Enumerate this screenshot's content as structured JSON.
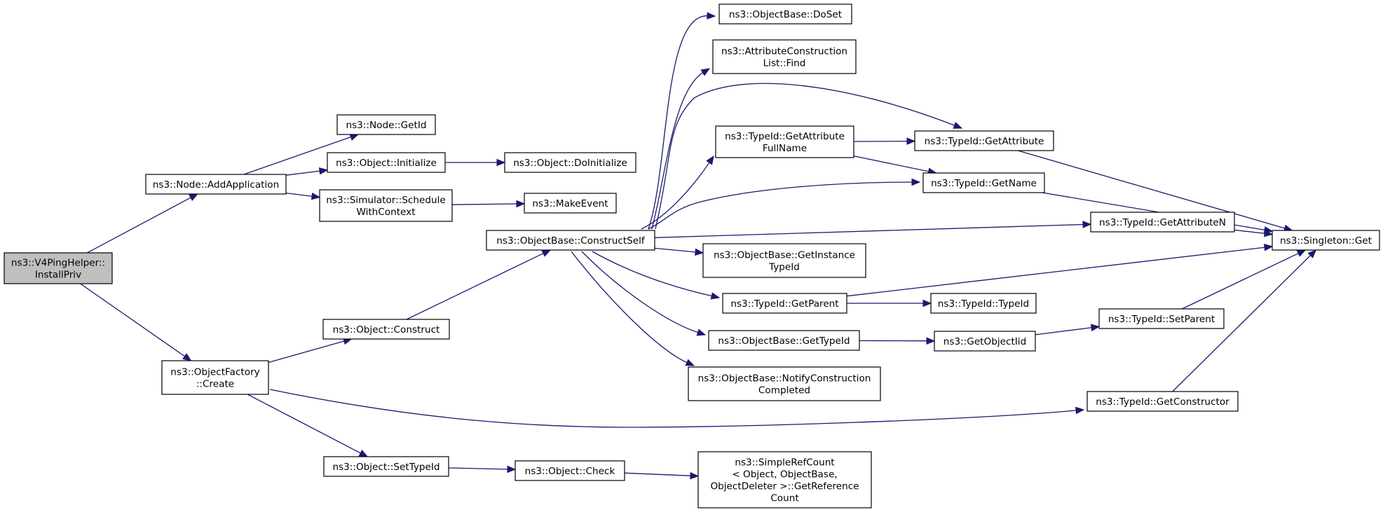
{
  "colors": {
    "edge": "#191970",
    "node_border": "#000000",
    "root_fill": "#bfbfbf",
    "node_fill": "#ffffff"
  },
  "nodes": [
    {
      "id": "install",
      "lines": [
        "ns3::V4PingHelper::",
        "InstallPriv"
      ],
      "root": true
    },
    {
      "id": "addapp",
      "lines": [
        "ns3::Node::AddApplication"
      ]
    },
    {
      "id": "getid",
      "lines": [
        "ns3::Node::GetId"
      ]
    },
    {
      "id": "initialize",
      "lines": [
        "ns3::Object::Initialize"
      ]
    },
    {
      "id": "doinit",
      "lines": [
        "ns3::Object::DoInitialize"
      ]
    },
    {
      "id": "schedule",
      "lines": [
        "ns3::Simulator::Schedule",
        "WithContext"
      ]
    },
    {
      "id": "makeevent",
      "lines": [
        "ns3::MakeEvent"
      ]
    },
    {
      "id": "factory",
      "lines": [
        "ns3::ObjectFactory",
        "::Create"
      ]
    },
    {
      "id": "construct",
      "lines": [
        "ns3::Object::Construct"
      ]
    },
    {
      "id": "constructself",
      "lines": [
        "ns3::ObjectBase::ConstructSelf"
      ]
    },
    {
      "id": "doset",
      "lines": [
        "ns3::ObjectBase::DoSet"
      ]
    },
    {
      "id": "attrfind",
      "lines": [
        "ns3::AttributeConstruction",
        "List::Find"
      ]
    },
    {
      "id": "getattrfull",
      "lines": [
        "ns3::TypeId::GetAttribute",
        "FullName"
      ]
    },
    {
      "id": "getattr",
      "lines": [
        "ns3::TypeId::GetAttribute"
      ]
    },
    {
      "id": "getname",
      "lines": [
        "ns3::TypeId::GetName"
      ]
    },
    {
      "id": "getattrn",
      "lines": [
        "ns3::TypeId::GetAttributeN"
      ]
    },
    {
      "id": "singleton",
      "lines": [
        "ns3::Singleton::Get"
      ]
    },
    {
      "id": "getinstance",
      "lines": [
        "ns3::ObjectBase::GetInstance",
        "TypeId"
      ]
    },
    {
      "id": "getparent",
      "lines": [
        "ns3::TypeId::GetParent"
      ]
    },
    {
      "id": "typeid",
      "lines": [
        "ns3::TypeId::TypeId"
      ]
    },
    {
      "id": "gettypeid",
      "lines": [
        "ns3::ObjectBase::GetTypeId"
      ]
    },
    {
      "id": "getobjectiid",
      "lines": [
        "ns3::GetObjectIid"
      ]
    },
    {
      "id": "setparent",
      "lines": [
        "ns3::TypeId::SetParent"
      ]
    },
    {
      "id": "notify",
      "lines": [
        "ns3::ObjectBase::NotifyConstruction",
        "Completed"
      ]
    },
    {
      "id": "getconstructor",
      "lines": [
        "ns3::TypeId::GetConstructor"
      ]
    },
    {
      "id": "settypeid",
      "lines": [
        "ns3::Object::SetTypeId"
      ]
    },
    {
      "id": "check",
      "lines": [
        "ns3::Object::Check"
      ]
    },
    {
      "id": "simplerefcount",
      "lines": [
        "ns3::SimpleRefCount",
        "< Object, ObjectBase,",
        "ObjectDeleter >::GetReference",
        "Count"
      ]
    }
  ],
  "edges": [
    {
      "from": "install",
      "to": "addapp"
    },
    {
      "from": "install",
      "to": "factory"
    },
    {
      "from": "addapp",
      "to": "getid"
    },
    {
      "from": "addapp",
      "to": "initialize"
    },
    {
      "from": "addapp",
      "to": "schedule"
    },
    {
      "from": "initialize",
      "to": "doinit"
    },
    {
      "from": "schedule",
      "to": "makeevent"
    },
    {
      "from": "factory",
      "to": "construct"
    },
    {
      "from": "factory",
      "to": "getconstructor"
    },
    {
      "from": "factory",
      "to": "settypeid"
    },
    {
      "from": "construct",
      "to": "constructself"
    },
    {
      "from": "constructself",
      "to": "doset"
    },
    {
      "from": "constructself",
      "to": "attrfind"
    },
    {
      "from": "constructself",
      "to": "getattr"
    },
    {
      "from": "constructself",
      "to": "getattrfull"
    },
    {
      "from": "constructself",
      "to": "getname"
    },
    {
      "from": "constructself",
      "to": "getattrn"
    },
    {
      "from": "constructself",
      "to": "getinstance"
    },
    {
      "from": "constructself",
      "to": "getparent"
    },
    {
      "from": "constructself",
      "to": "gettypeid"
    },
    {
      "from": "constructself",
      "to": "notify"
    },
    {
      "from": "getattrfull",
      "to": "getattr"
    },
    {
      "from": "getattrfull",
      "to": "getname"
    },
    {
      "from": "getattr",
      "to": "singleton"
    },
    {
      "from": "getname",
      "to": "singleton"
    },
    {
      "from": "getattrn",
      "to": "singleton"
    },
    {
      "from": "getparent",
      "to": "singleton"
    },
    {
      "from": "getparent",
      "to": "typeid"
    },
    {
      "from": "gettypeid",
      "to": "getobjectiid"
    },
    {
      "from": "getobjectiid",
      "to": "setparent"
    },
    {
      "from": "setparent",
      "to": "singleton"
    },
    {
      "from": "getconstructor",
      "to": "singleton"
    },
    {
      "from": "settypeid",
      "to": "check"
    },
    {
      "from": "check",
      "to": "simplerefcount"
    }
  ]
}
